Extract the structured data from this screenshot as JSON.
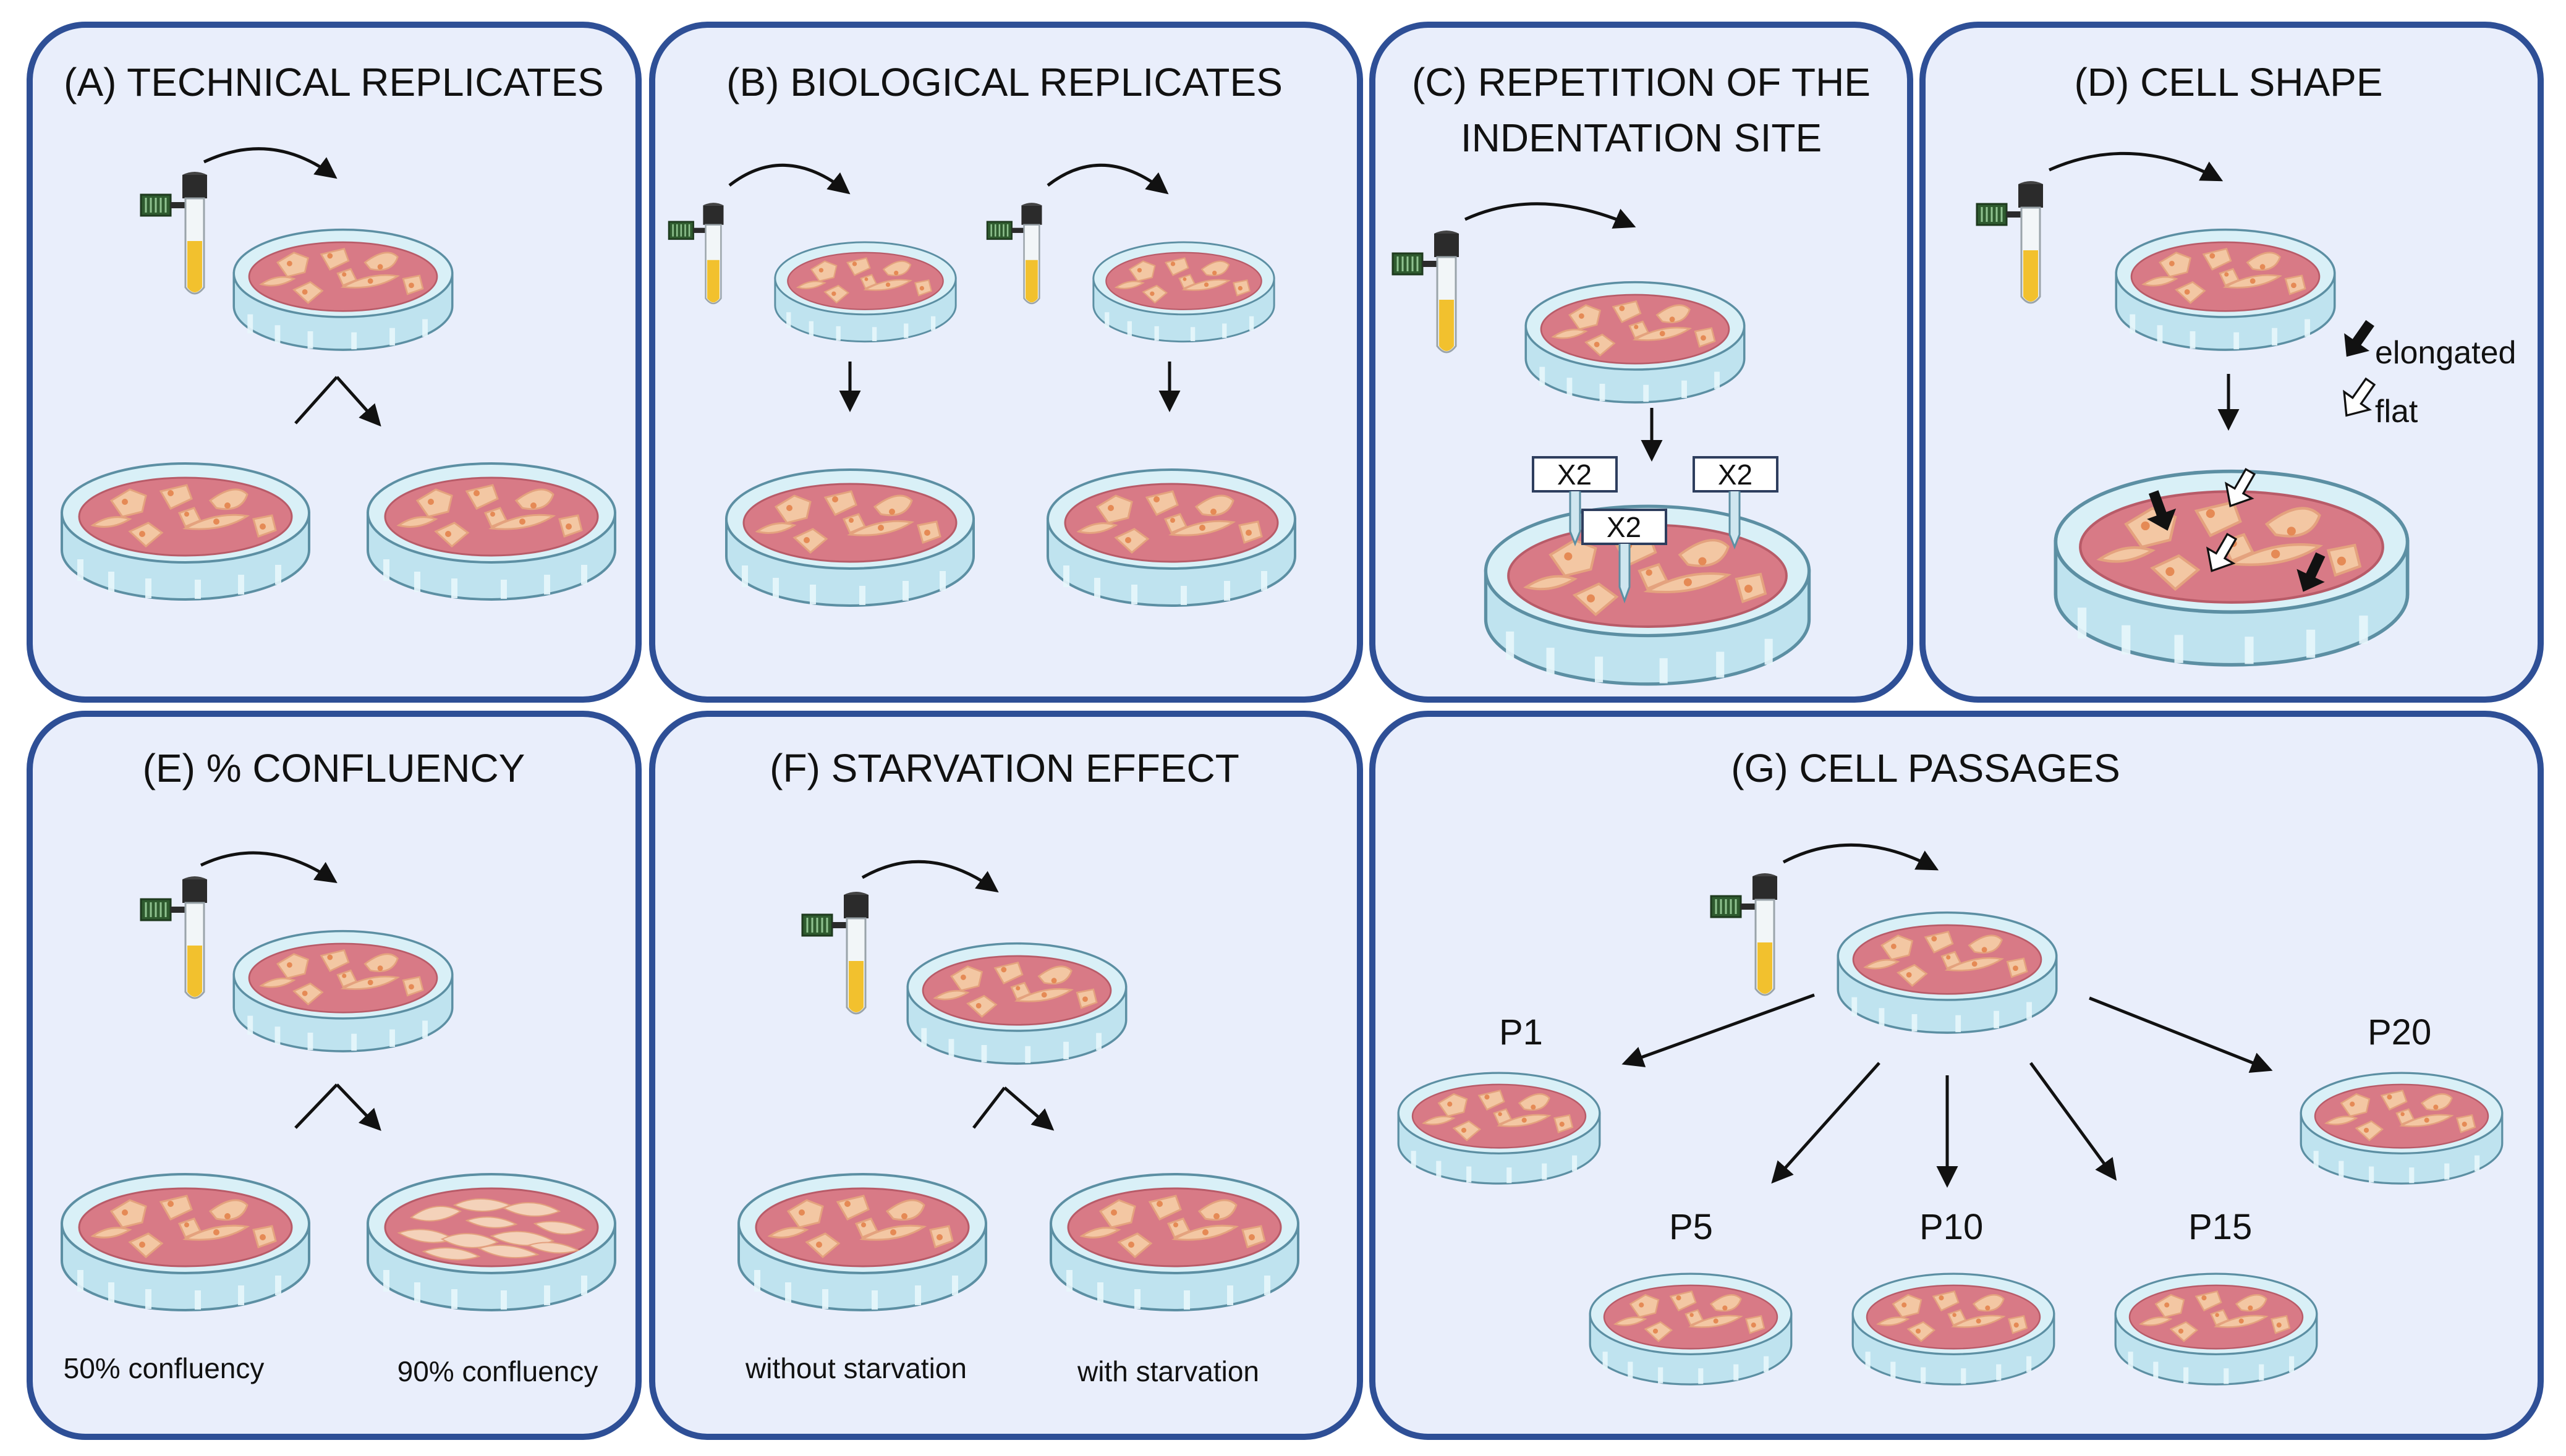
{
  "panels": {
    "A": {
      "title": "(A) TECHNICAL REPLICATES"
    },
    "B": {
      "title": "(B) BIOLOGICAL REPLICATES"
    },
    "C": {
      "title_line1": "(C) REPETITION OF THE",
      "title_line2": "INDENTATION SITE",
      "x2_label": "X2"
    },
    "D": {
      "title": "(D) CELL SHAPE",
      "legend_elongated": "elongated",
      "legend_flat": "flat"
    },
    "E": {
      "title": "(E) % CONFLUENCY",
      "label_left": "50% confluency",
      "label_right": "90% confluency"
    },
    "F": {
      "title": "(F) STARVATION EFFECT",
      "label_left": "without starvation",
      "label_right": "with starvation"
    },
    "G": {
      "title": "(G) CELL PASSAGES",
      "passages": [
        "P1",
        "P5",
        "P10",
        "P15",
        "P20"
      ]
    }
  },
  "colors": {
    "panel_fill": "#e9eefb",
    "panel_border": "#2e4f96",
    "dish_rim": "#cde9f3",
    "dish_medium": "#d87a86",
    "cell_fill": "#f3c7a3",
    "tube_liquid": "#f2c12e",
    "tube_cap": "#2b2b2b",
    "tube_label": "#2f5b2f"
  },
  "icons": [
    "cell-culture-tube-icon",
    "petri-dish-icon",
    "indenter-probe-icon",
    "curved-arrow-icon"
  ]
}
